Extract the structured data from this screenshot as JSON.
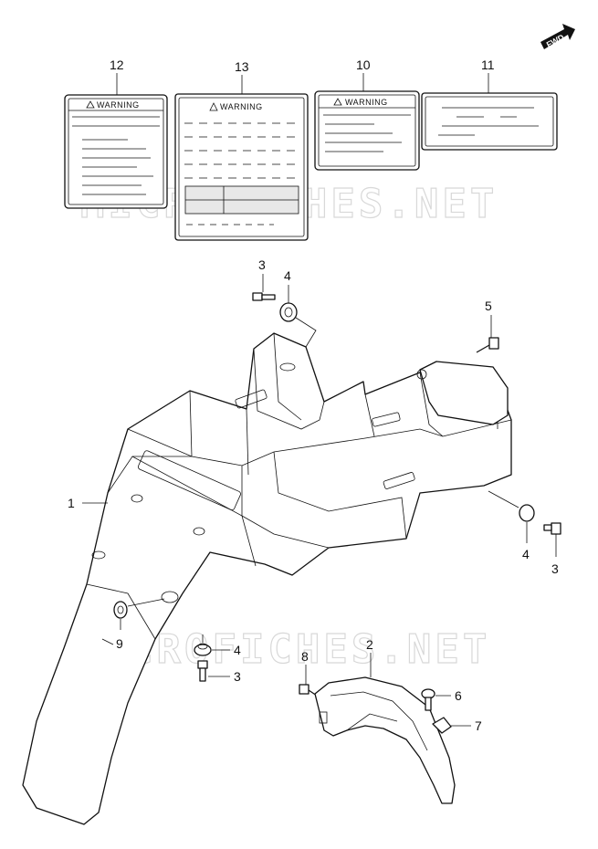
{
  "watermarks": [
    "MICROFICHES.NET",
    "MICROFICHES.NET"
  ],
  "fwd_label": "FWD",
  "labels": {
    "label_12_warning": "WARNING",
    "label_13_warning": "WARNING",
    "label_10_warning": "WARNING"
  },
  "callouts": {
    "c1": "1",
    "c2": "2",
    "c3a": "3",
    "c3b": "3",
    "c3c": "3",
    "c4a": "4",
    "c4b": "4",
    "c4c": "4",
    "c5": "5",
    "c6": "6",
    "c7": "7",
    "c8": "8",
    "c9": "9",
    "c10": "10",
    "c11": "11",
    "c12": "12",
    "c13": "13"
  }
}
